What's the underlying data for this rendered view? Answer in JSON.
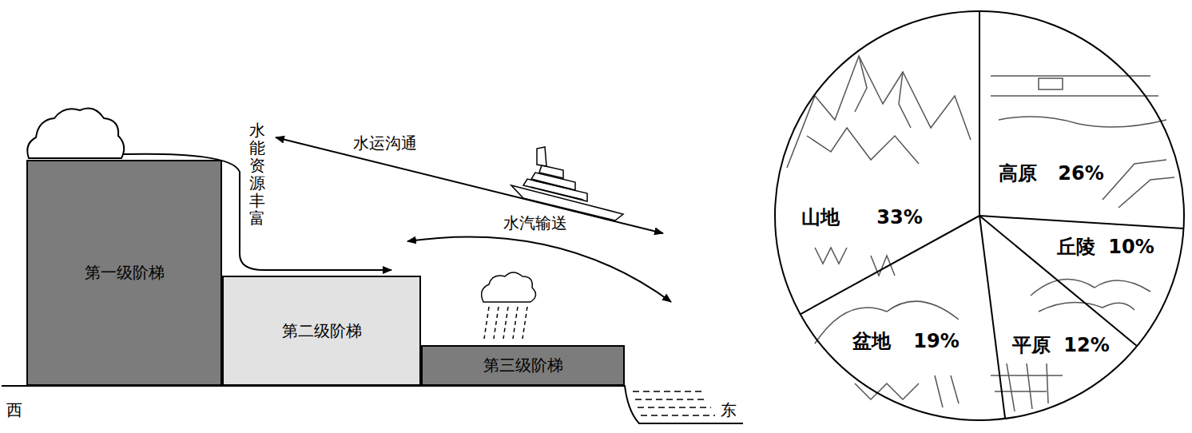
{
  "diagram": {
    "nodes": [
      {
        "text": [
          "第一级阶梯"
        ]
      },
      {
        "text": [
          "第二级阶梯"
        ]
      },
      {
        "text": [
          "第三级阶梯"
        ]
      },
      {
        "text": [
          "山地",
          "33%"
        ]
      },
      {
        "text": [
          "高原",
          "26%"
        ]
      },
      {
        "text": [
          "丘陵",
          "10%"
        ]
      },
      {
        "text": [
          "盆地",
          "19%"
        ]
      },
      {
        "text": [
          "平原",
          "12%"
        ]
      }
    ],
    "labels": [
      "水能资源丰富",
      "水运沟通",
      "水汽输送",
      "西",
      "东"
    ]
  }
}
